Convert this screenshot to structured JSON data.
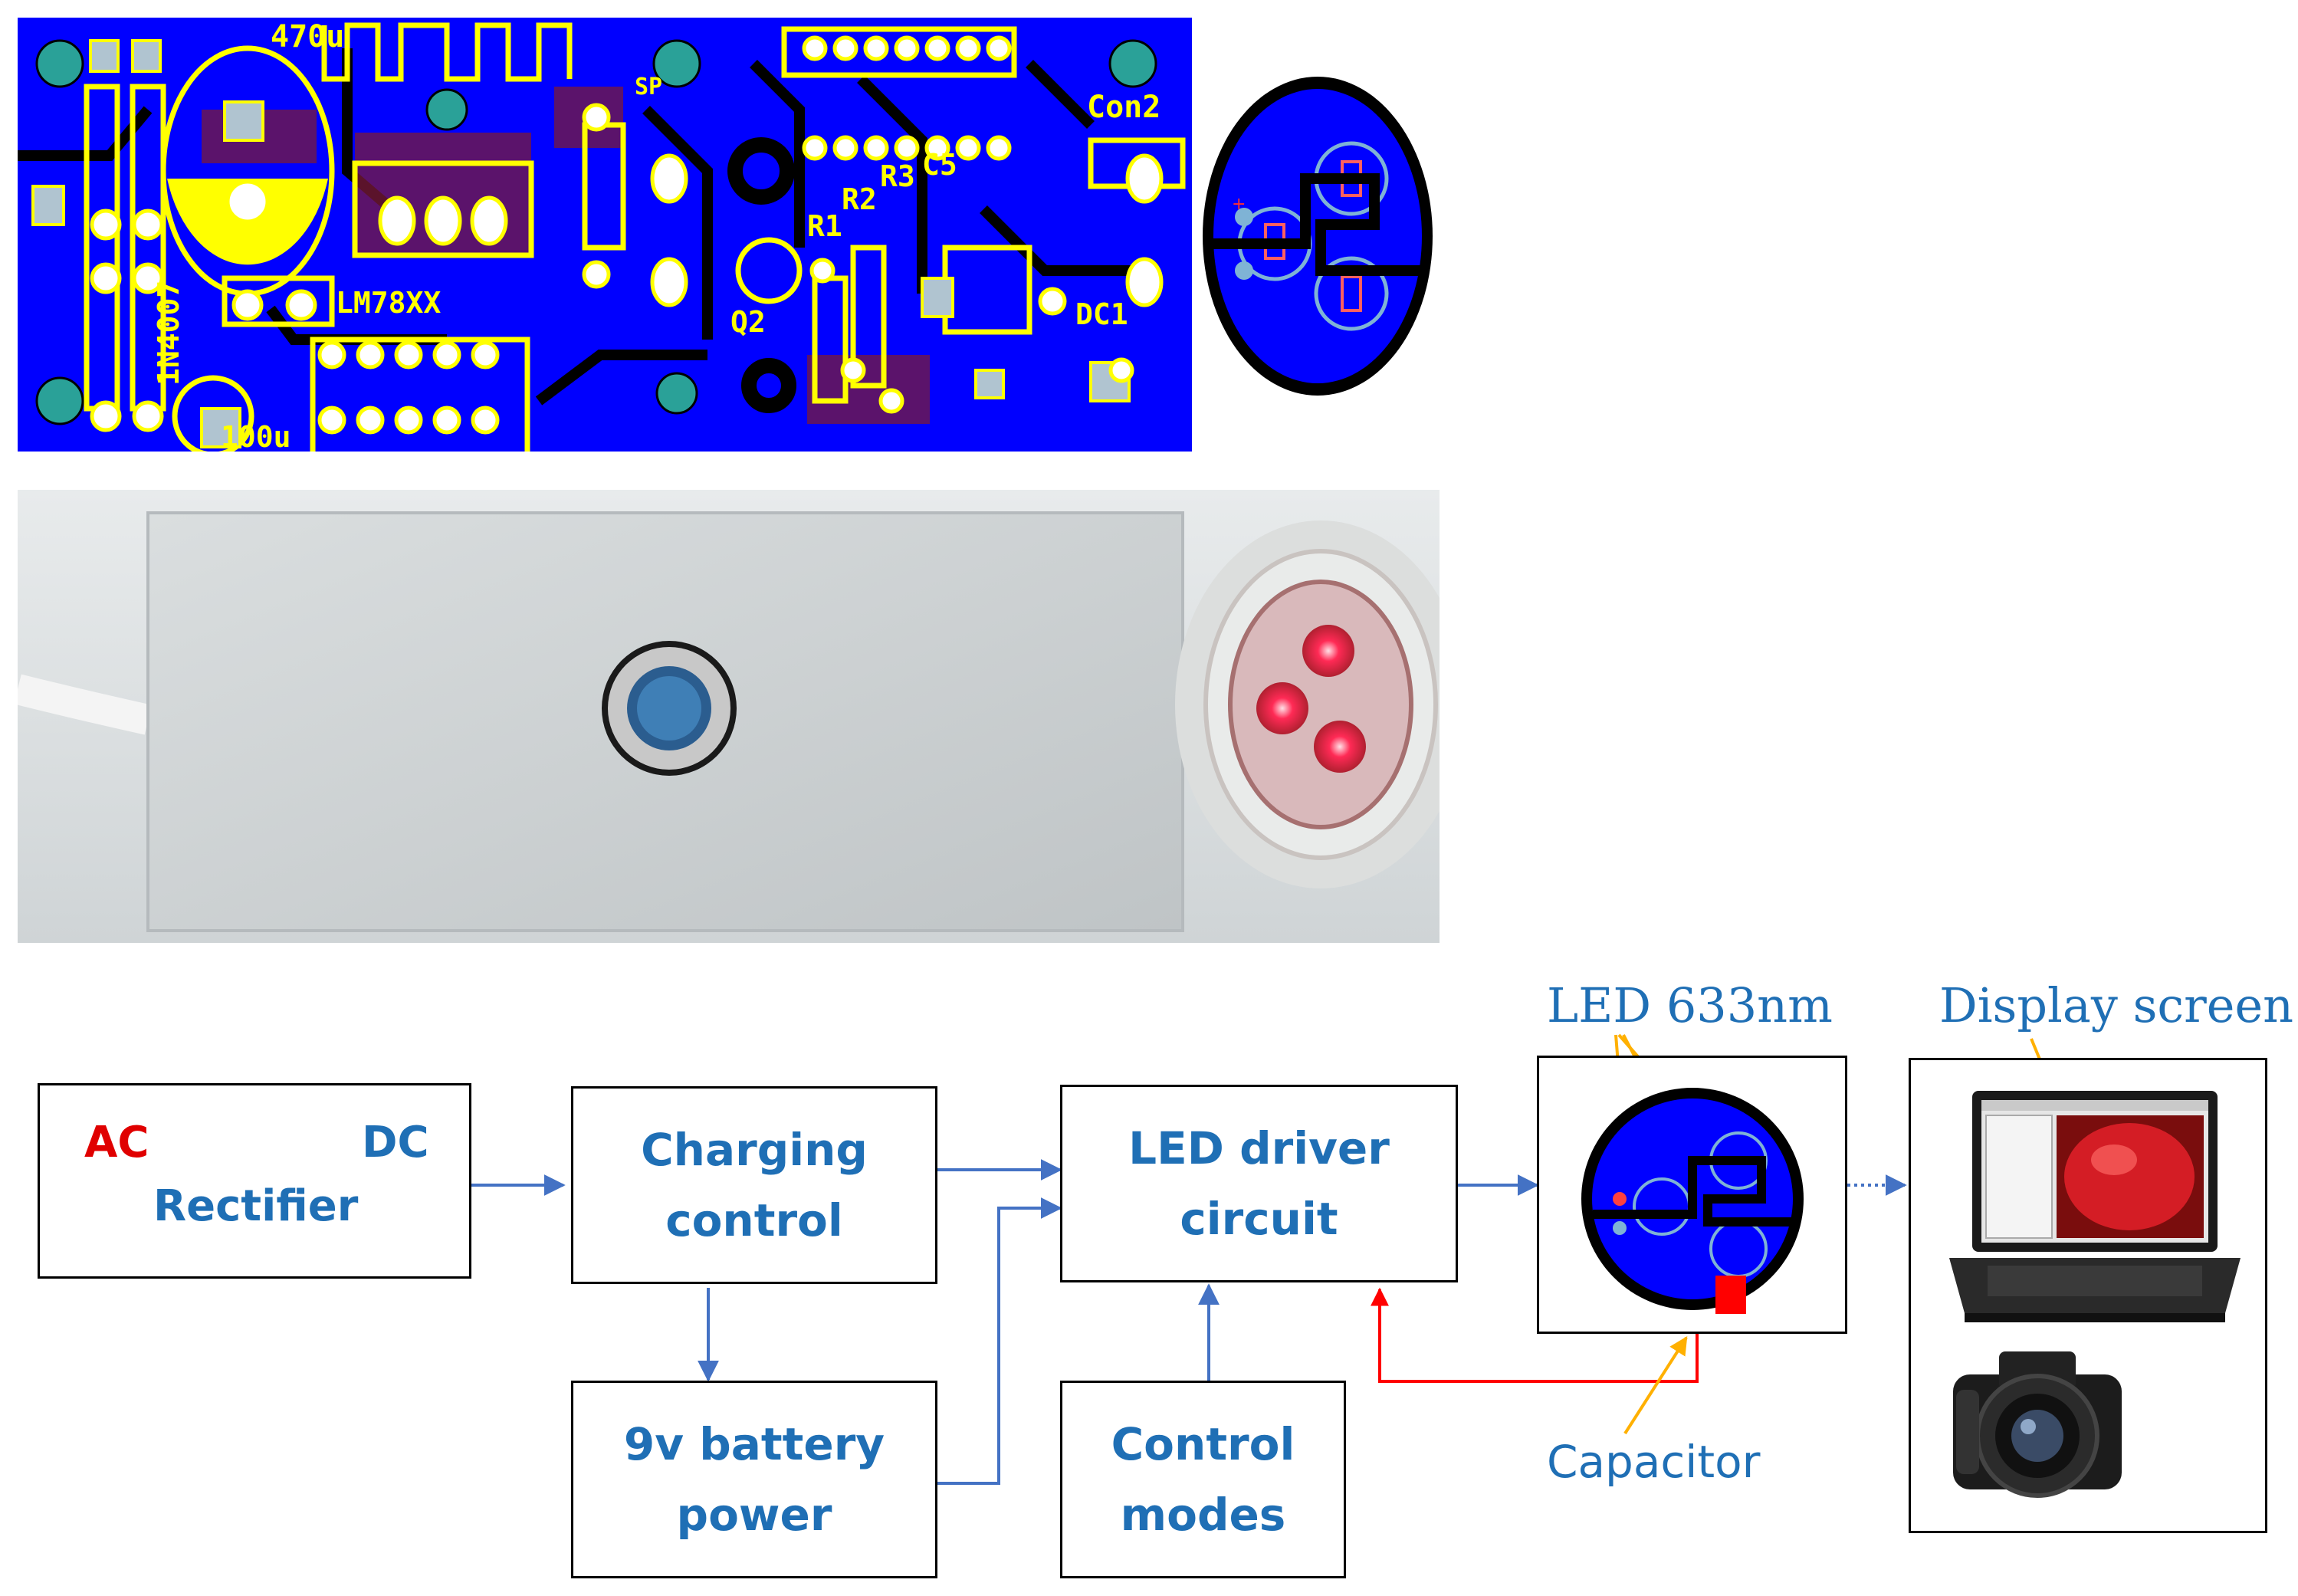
{
  "pcb": {
    "labels": {
      "cap1": "470u",
      "cap2": "100u",
      "diode": "1N4007",
      "regulator": "LM78XX",
      "con": "Con2",
      "r1": "R1",
      "r2": "R2",
      "r3": "R3",
      "c5": "C5",
      "q2": "Q2",
      "dc1": "DC1",
      "sp": "SP"
    }
  },
  "blocks": {
    "rectifier": {
      "ac": "AC",
      "dc": "DC",
      "label": "Rectifier"
    },
    "charging": {
      "line1": "Charging",
      "line2": "control"
    },
    "battery": {
      "line1": "9v battery",
      "line2": "power"
    },
    "driver": {
      "line1": "LED driver",
      "line2": "circuit"
    },
    "modes": {
      "line1": "Control",
      "line2": "modes"
    }
  },
  "annotations": {
    "led": "LED 633nm",
    "display": "Display screen",
    "capacitor": "Capacitor"
  },
  "colors": {
    "pcb_blue": "#0000ff",
    "pcb_yellow": "#ffff00",
    "text_blue": "#1f6fb5",
    "arrow_blue": "#4472c4",
    "ac_red": "#e00000",
    "capacitor_red": "#ff0000",
    "annotation_orange": "#ffb000"
  },
  "icons": [
    "led-module-icon",
    "laptop-icon",
    "camera-icon"
  ]
}
